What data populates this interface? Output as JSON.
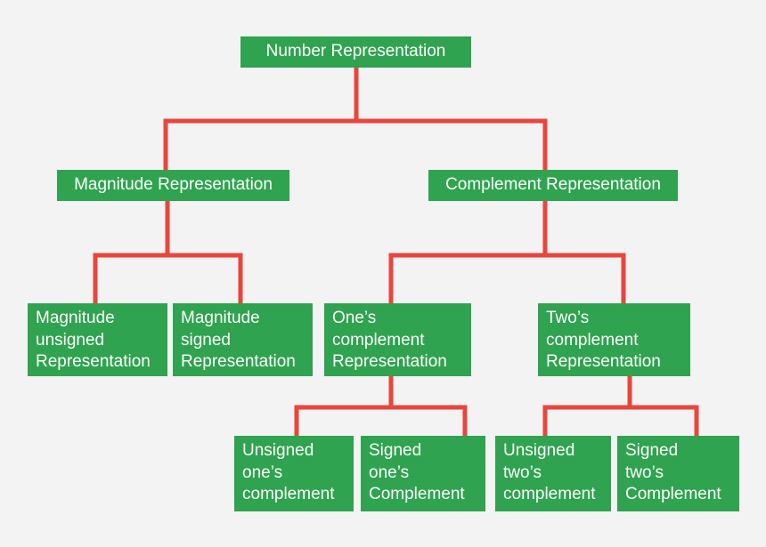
{
  "diagram": {
    "line_color": "#e8453c",
    "node_color": "#2fa34f",
    "root": "Number Representation",
    "level1": {
      "magnitude": "Magnitude Representation",
      "complement": "Complement Representation"
    },
    "level2": {
      "magnitude_unsigned": "Magnitude\nunsigned\nRepresentation",
      "magnitude_signed": "Magnitude\nsigned\nRepresentation",
      "ones_complement": "One’s\ncomplement\nRepresentation",
      "twos_complement": "Two’s\ncomplement\nRepresentation"
    },
    "level3": {
      "unsigned_ones": "Unsigned\none’s\ncomplement",
      "signed_ones": "Signed\none’s\nComplement",
      "unsigned_twos": "Unsigned\ntwo’s\ncomplement",
      "signed_twos": "Signed\ntwo’s\nComplement"
    }
  }
}
